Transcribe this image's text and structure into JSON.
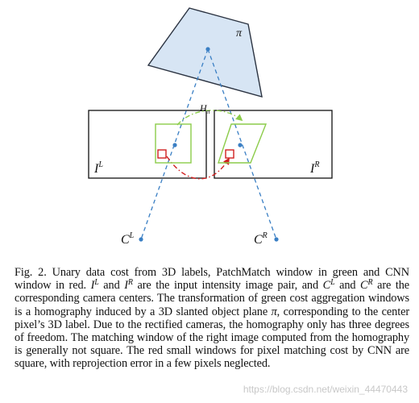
{
  "figure": {
    "plane_label": "π",
    "homography_label_main": "H",
    "homography_label_sub": "π",
    "left_image_label_main": "I",
    "left_image_label_sup": "L",
    "right_image_label_main": "I",
    "right_image_label_sup": "R",
    "left_camera_label_main": "C",
    "left_camera_label_sup": "L",
    "right_camera_label_main": "C",
    "right_camera_label_sup": "R",
    "colors": {
      "plane_fill": "#d7e5f4",
      "plane_stroke": "#2a3240",
      "ray": "#3a7fc4",
      "point": "#3a7fc4",
      "aggregation_window": "#8ccc4a",
      "cnn_window": "#d02020",
      "homography_arrow": "#8ccc4a",
      "reprojection_arrow": "#d02020",
      "image_frame": "#111111"
    }
  },
  "caption": {
    "lead": "Fig. 2.    Unary data cost from 3D labels, PatchMatch window in green and CNN window in red. ",
    "il": "I",
    "il_sup": "L",
    "and1": " and ",
    "ir": "I",
    "ir_sup": "R",
    "mid1": " are the input intensity image pair, and ",
    "cl": "C",
    "cl_sup": "L",
    "and2": " and ",
    "cr": "C",
    "cr_sup": "R",
    "mid2": " are the corresponding camera centers. The transformation of green cost aggregation windows is a homography induced by a 3D slanted object plane ",
    "pi": "π",
    "tail": ", corresponding to the center pixel’s 3D label. Due to the rectified cameras, the homography only has three degrees of freedom. The matching window of the right image computed from the homography is generally not square. The red small windows for pixel matching cost by CNN are square, with reprojection error in a few pixels neglected."
  },
  "watermark": "https://blog.csdn.net/weixin_44470443"
}
